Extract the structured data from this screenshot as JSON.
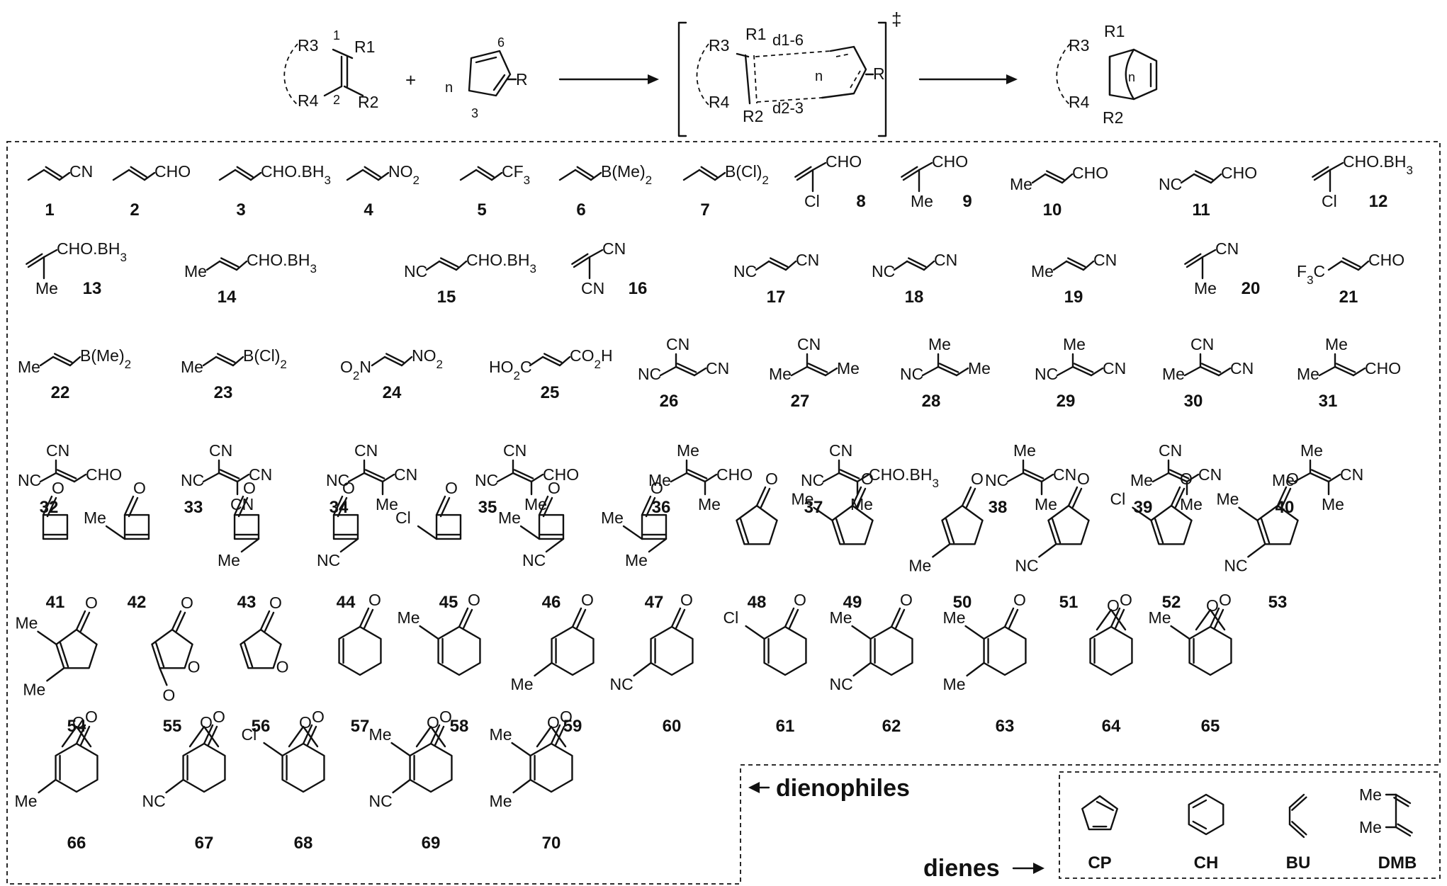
{
  "scheme": {
    "dienophile": {
      "r3": "R3",
      "r1": "R1",
      "r4": "R4",
      "r2": "R2",
      "c1": "1",
      "c2": "2"
    },
    "plus": "+",
    "diene": {
      "c6": "6",
      "c3": "3",
      "n": "n",
      "r": "R"
    },
    "ts": {
      "r3": "R3",
      "r1": "R1",
      "r4": "R4",
      "r2": "R2",
      "d16": "d1-6",
      "d23": "d2-3",
      "n": "n",
      "r": "R",
      "dagger": "‡"
    },
    "product": {
      "r3": "R3",
      "r1": "R1",
      "r4": "R4",
      "r2": "R2",
      "n": "n"
    }
  },
  "dienophiles": [
    {
      "id": "1",
      "a": "CN"
    },
    {
      "id": "2",
      "a": "CHO"
    },
    {
      "id": "3",
      "a": "CHO.BH3"
    },
    {
      "id": "4",
      "a": "NO2"
    },
    {
      "id": "5",
      "a": "CF3"
    },
    {
      "id": "6",
      "a": "B(Me)2"
    },
    {
      "id": "7",
      "a": "B(Cl)2"
    },
    {
      "id": "8",
      "a": "CHO",
      "g": "Cl"
    },
    {
      "id": "9",
      "a": "CHO",
      "g": "Me"
    },
    {
      "id": "10",
      "a": "CHO",
      "l": "Me"
    },
    {
      "id": "11",
      "a": "CHO",
      "l": "NC"
    },
    {
      "id": "12",
      "a": "CHO.BH3",
      "g": "Cl"
    },
    {
      "id": "13",
      "a": "CHO.BH3",
      "g": "Me"
    },
    {
      "id": "14",
      "a": "CHO.BH3",
      "l": "Me"
    },
    {
      "id": "15",
      "a": "CHO.BH3",
      "l": "NC"
    },
    {
      "id": "16",
      "a": "CN",
      "g": "CN"
    },
    {
      "id": "17",
      "a": "CN",
      "l": "NC"
    },
    {
      "id": "18",
      "a": "CN",
      "l": "NC"
    },
    {
      "id": "19",
      "a": "CN",
      "l": "Me"
    },
    {
      "id": "20",
      "a": "CN",
      "g": "Me"
    },
    {
      "id": "21",
      "a": "CHO",
      "l": "F3C"
    },
    {
      "id": "22",
      "a": "B(Me)2",
      "l": "Me"
    },
    {
      "id": "23",
      "a": "B(Cl)2",
      "l": "Me"
    },
    {
      "id": "24",
      "a": "NO2",
      "l": "O2N"
    },
    {
      "id": "25",
      "a": "CO2H",
      "l": "HO2C"
    },
    {
      "id": "26",
      "t": "CN",
      "a": "CN",
      "l": "NC"
    },
    {
      "id": "27",
      "t": "CN",
      "a": "Me",
      "l": "Me"
    },
    {
      "id": "28",
      "t": "Me",
      "a": "Me",
      "l": "NC"
    },
    {
      "id": "29",
      "t": "Me",
      "a": "CN",
      "l": "NC"
    },
    {
      "id": "30",
      "t": "CN",
      "a": "CN",
      "l": "Me"
    },
    {
      "id": "31",
      "t": "Me",
      "a": "CHO",
      "l": "Me"
    },
    {
      "id": "32",
      "t": "CN",
      "a": "CHO",
      "l": "NC"
    },
    {
      "id": "33",
      "t": "CN",
      "a": "CN",
      "l": "NC",
      "b": "CN"
    },
    {
      "id": "34",
      "t": "CN",
      "a": "CN",
      "l": "NC",
      "b": "Me"
    },
    {
      "id": "35",
      "t": "CN",
      "a": "CHO",
      "l": "NC",
      "b": "Me"
    },
    {
      "id": "36",
      "t": "Me",
      "a": "CHO",
      "l": "Me",
      "b": "Me"
    },
    {
      "id": "37",
      "t": "CN",
      "a": "CHO.BH3",
      "l": "NC",
      "b": "Me"
    },
    {
      "id": "38",
      "t": "Me",
      "a": "CN",
      "l": "NC",
      "b": "Me"
    },
    {
      "id": "39",
      "t": "CN",
      "a": "CN",
      "l": "Me",
      "b": "Me"
    },
    {
      "id": "40",
      "t": "Me",
      "a": "CN",
      "l": "Me",
      "b": "Me"
    },
    {
      "id": "41",
      "o": "O"
    },
    {
      "id": "42",
      "o": "O",
      "s": "Me"
    },
    {
      "id": "43",
      "o": "O",
      "p": "Me"
    },
    {
      "id": "44",
      "o": "O",
      "p": "NC"
    },
    {
      "id": "45",
      "o": "O",
      "s": "Cl"
    },
    {
      "id": "46",
      "o": "O",
      "s": "Me",
      "p": "NC"
    },
    {
      "id": "47",
      "o": "O",
      "s": "Me",
      "p": "Me"
    },
    {
      "id": "48",
      "o": "O"
    },
    {
      "id": "49",
      "o": "O",
      "s": "Me"
    },
    {
      "id": "50",
      "o": "O",
      "p": "Me"
    },
    {
      "id": "51",
      "o": "O",
      "p": "NC"
    },
    {
      "id": "52",
      "o": "O",
      "s": "Cl"
    },
    {
      "id": "53",
      "o": "O",
      "s": "Me",
      "p": "NC"
    },
    {
      "id": "54",
      "o": "O",
      "s": "Me",
      "p": "Me"
    },
    {
      "id": "55",
      "o": "O",
      "o2": "O",
      "r": "O"
    },
    {
      "id": "56",
      "o": "O",
      "r": "O"
    },
    {
      "id": "57",
      "o": "O"
    },
    {
      "id": "58",
      "o": "O",
      "s": "Me"
    },
    {
      "id": "59",
      "o": "O",
      "p": "Me"
    },
    {
      "id": "60",
      "o": "O",
      "p": "NC"
    },
    {
      "id": "61",
      "o": "O",
      "s": "Cl"
    },
    {
      "id": "62",
      "o": "O",
      "s": "Me",
      "p": "NC"
    },
    {
      "id": "63",
      "o": "O",
      "s": "Me",
      "p": "Me"
    },
    {
      "id": "64",
      "o": "O",
      "br": "O"
    },
    {
      "id": "65",
      "o": "O",
      "br": "O",
      "s": "Me"
    },
    {
      "id": "66",
      "o": "O",
      "br": "O",
      "p": "Me"
    },
    {
      "id": "67",
      "o": "O",
      "br": "O",
      "p": "NC"
    },
    {
      "id": "68",
      "o": "O",
      "br": "O",
      "s": "Cl"
    },
    {
      "id": "69",
      "o": "O",
      "br": "O",
      "p": "NC",
      "s": "Me"
    },
    {
      "id": "70",
      "o": "O",
      "br": "O",
      "p": "Me",
      "s": "Me"
    }
  ],
  "legend": {
    "dienophiles": "dienophiles",
    "dienes": "dienes"
  },
  "dienes": [
    {
      "id": "CP"
    },
    {
      "id": "CH"
    },
    {
      "id": "BU"
    },
    {
      "id": "DMB",
      "me1": "Me",
      "me2": "Me"
    }
  ]
}
